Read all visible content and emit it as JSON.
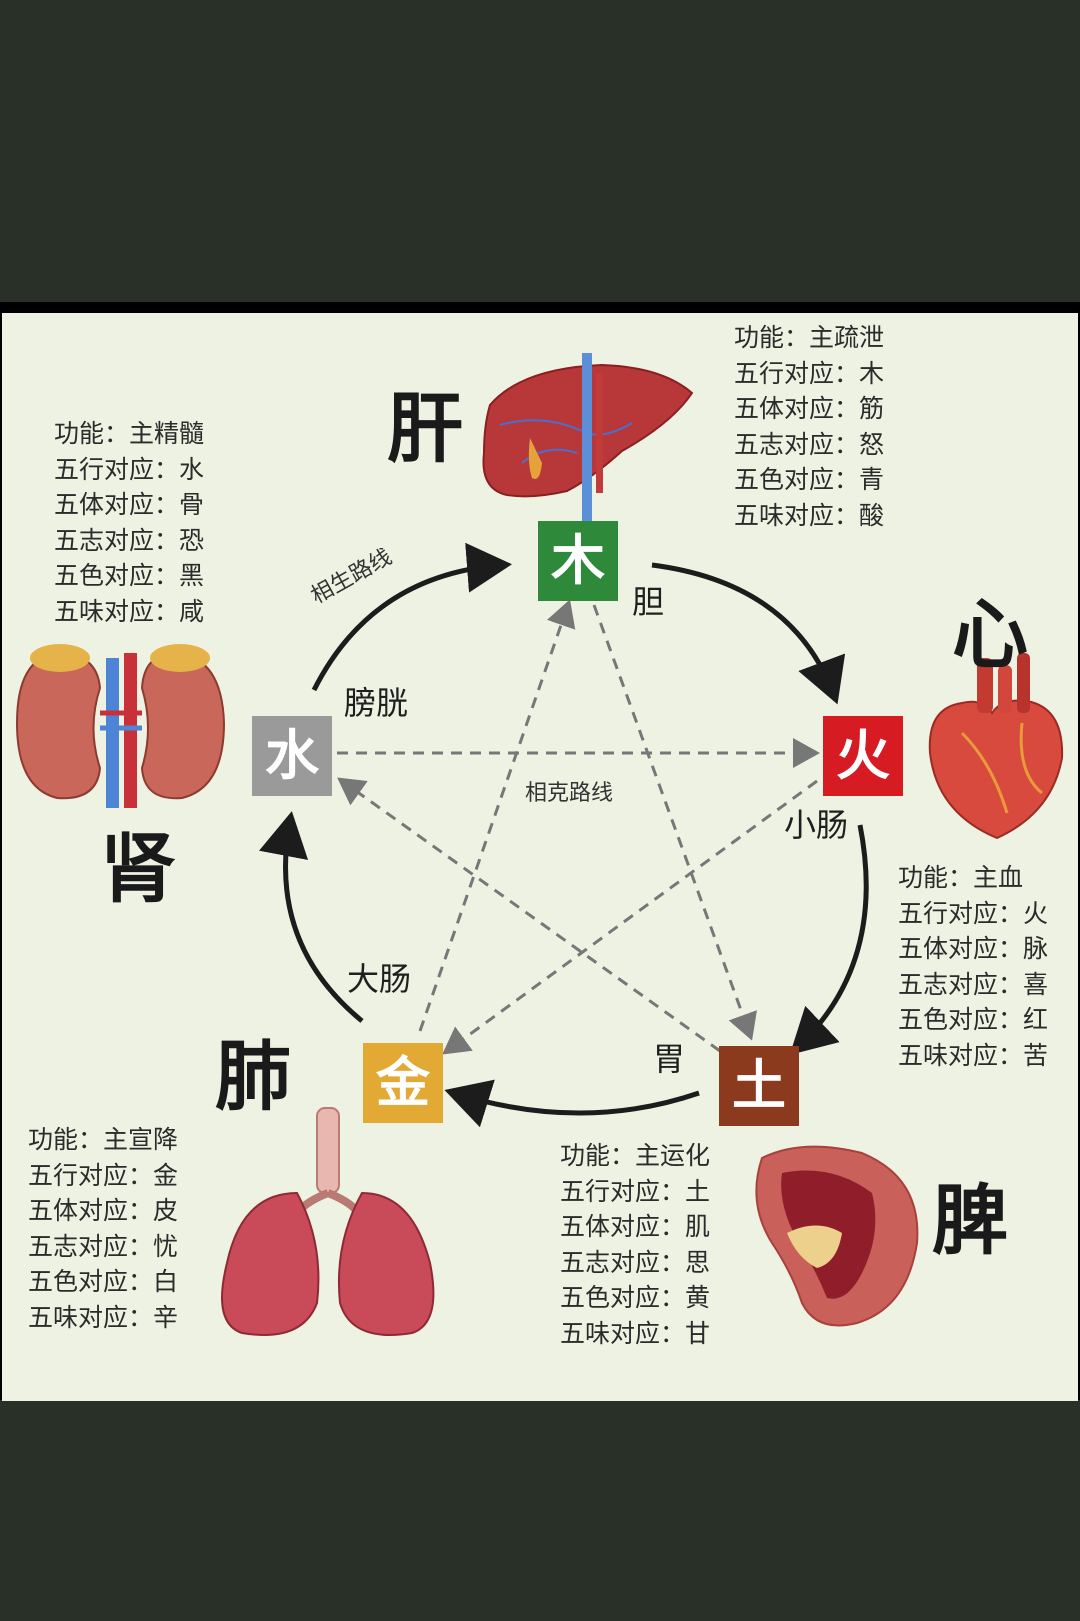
{
  "diagram": {
    "generating_route_label": "相生路线",
    "restraining_route_label": "相克路线"
  },
  "elements": {
    "wood": {
      "char": "木",
      "color": "#2e8a3a",
      "fu_organ": "胆"
    },
    "fire": {
      "char": "火",
      "color": "#d61c22",
      "fu_organ": "小肠"
    },
    "earth": {
      "char": "土",
      "color": "#8b3a1e",
      "fu_organ": "胃"
    },
    "metal": {
      "char": "金",
      "color": "#e3a935",
      "fu_organ": "大肠"
    },
    "water": {
      "char": "水",
      "color": "#9a9a9a",
      "fu_organ": "膀胱"
    }
  },
  "organs": {
    "liver": {
      "name": "肝",
      "icon": "liver-illustration",
      "info": [
        "功能：主疏泄",
        "五行对应：木",
        "五体对应：筋",
        "五志对应：怒",
        "五色对应：青",
        "五味对应：酸"
      ]
    },
    "heart": {
      "name": "心",
      "icon": "heart-illustration",
      "info": [
        "功能：主血",
        "五行对应：火",
        "五体对应：脉",
        "五志对应：喜",
        "五色对应：红",
        "五味对应：苦"
      ]
    },
    "spleen": {
      "name": "脾",
      "icon": "spleen-illustration",
      "info": [
        "功能：主运化",
        "五行对应：土",
        "五体对应：肌",
        "五志对应：思",
        "五色对应：黄",
        "五味对应：甘"
      ]
    },
    "lung": {
      "name": "肺",
      "icon": "lungs-illustration",
      "info": [
        "功能：主宣降",
        "五行对应：金",
        "五体对应：皮",
        "五志对应：忧",
        "五色对应：白",
        "五味对应：辛"
      ]
    },
    "kidney": {
      "name": "肾",
      "icon": "kidneys-illustration",
      "info": [
        "功能：主精髓",
        "五行对应：水",
        "五体对应：骨",
        "五志对应：恐",
        "五色对应：黑",
        "五味对应：咸"
      ]
    }
  }
}
